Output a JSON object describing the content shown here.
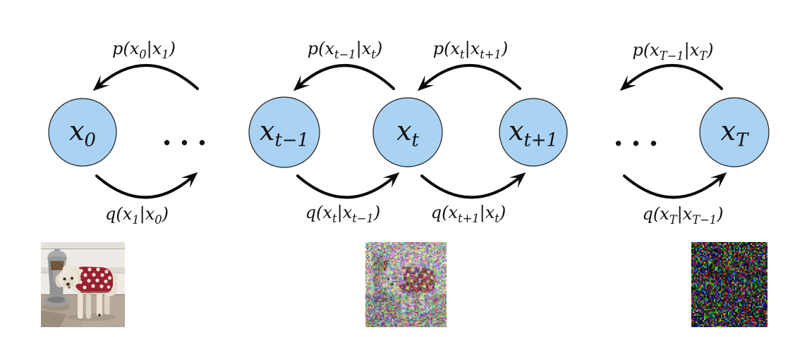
{
  "diagram": {
    "background": "#ffffff",
    "node_fill": "#a9d2f3",
    "node_stroke": "#1c1c1c",
    "arrow_color": "#0b0b0b",
    "text_color": "#111111",
    "ellipsis": "···",
    "nodes": [
      {
        "label": "x_{0}"
      },
      {
        "label": "x_{t−1}"
      },
      {
        "label": "x_{t}"
      },
      {
        "label": "x_{t+1}"
      },
      {
        "label": "x_{T}"
      }
    ],
    "edges": [
      {
        "p_label": "p(x_{0}|x_{1})",
        "q_label": "q(x_{1}|x_{0})"
      },
      {
        "p_label": "p(x_{t−1}|x_{t})",
        "q_label": "q(x_{t}|x_{t−1})"
      },
      {
        "p_label": "p(x_{t}|x_{t+1})",
        "q_label": "q(x_{t+1}|x_{t})"
      },
      {
        "p_label": "p(x_{T−1}|x_{T})",
        "q_label": "q(x_{T}|x_{T−1})"
      }
    ],
    "images": [
      {
        "name": "clean-dog-photo"
      },
      {
        "name": "noisy-dog-photo"
      },
      {
        "name": "pure-noise"
      }
    ]
  }
}
